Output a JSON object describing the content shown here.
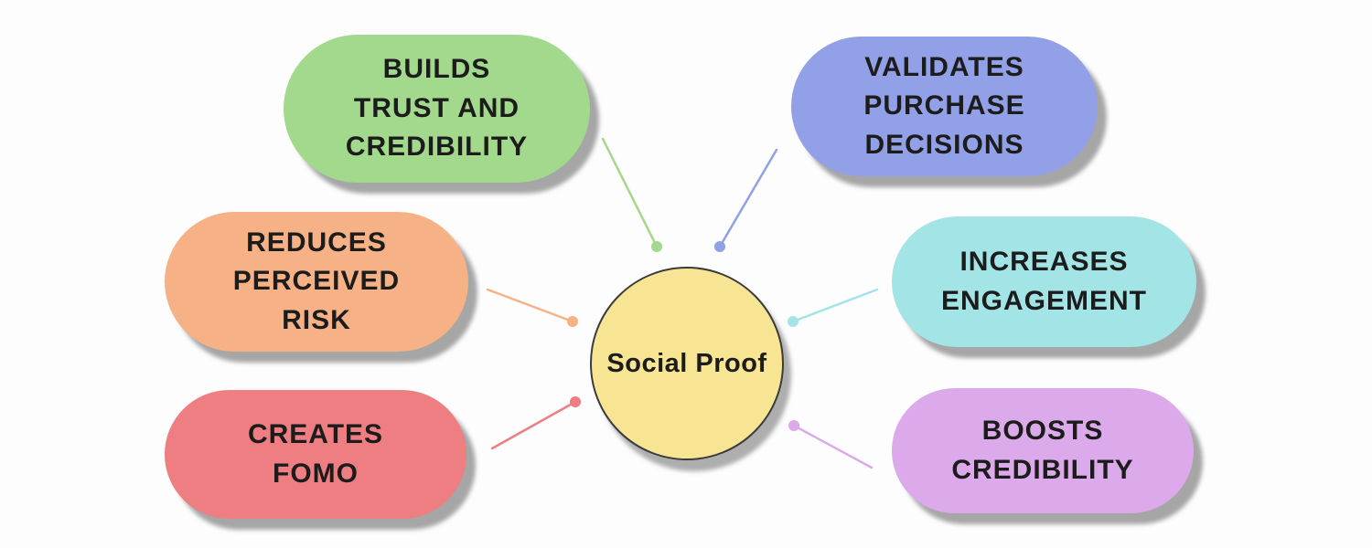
{
  "center": {
    "label": "Social Proof",
    "color": "#f8e594",
    "border_color": "#3b3b3b"
  },
  "nodes": [
    {
      "name": "builds-trust-and-credibility",
      "label": "BUILDS\nTRUST AND\nCREDIBILITY",
      "color": "#a3d98c"
    },
    {
      "name": "validates-purchase-decisions",
      "label": "VALIDATES\nPURCHASE\nDECISIONS",
      "color": "#92a0e7"
    },
    {
      "name": "reduces-perceived-risk",
      "label": "REDUCES\nPERCEIVED\nRISK",
      "color": "#f6b286"
    },
    {
      "name": "increases-engagement",
      "label": "INCREASES\nENGAGEMENT",
      "color": "#a3e4e6"
    },
    {
      "name": "creates-fomo",
      "label": "CREATES\nFOMO",
      "color": "#ee7e81"
    },
    {
      "name": "boosts-credibility",
      "label": "BOOSTS\nCREDIBILITY",
      "color": "#dcaaea"
    }
  ],
  "text_color": "#1c1c1c"
}
